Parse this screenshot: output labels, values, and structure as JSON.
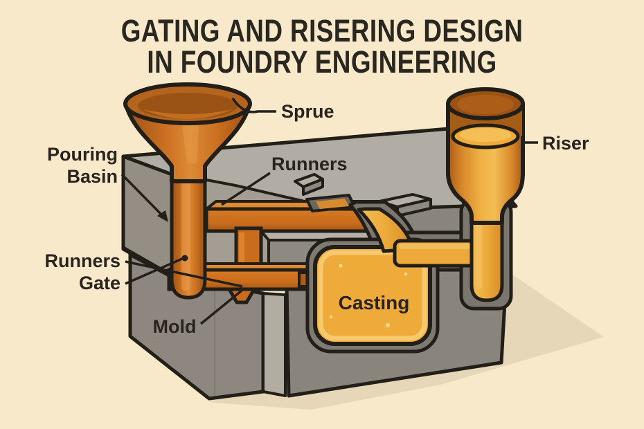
{
  "title": {
    "line1": "GATING AND RISERING DESIGN",
    "line2": "IN FOUNDRY ENGINEERING"
  },
  "labels": {
    "sprue": "Sprue",
    "pouring_basin_line1": "Pouring",
    "pouring_basin_line2": "Basin",
    "runners": "Runners",
    "runners_gate_line1": "Runners",
    "runners_gate_line2": "Gate",
    "mold": "Mold",
    "casting": "Casting",
    "riser": "Riser"
  },
  "colors": {
    "background": "#f8e9cb",
    "outline": "#221e18",
    "mold_gray_top": "#b2ada4",
    "mold_gray_front": "#8a857c",
    "metal_orange": "#c96c1c",
    "amber_channel": "#edaa3b",
    "casting_amber": "#efab3a",
    "shadow": "#e6d7b8"
  }
}
